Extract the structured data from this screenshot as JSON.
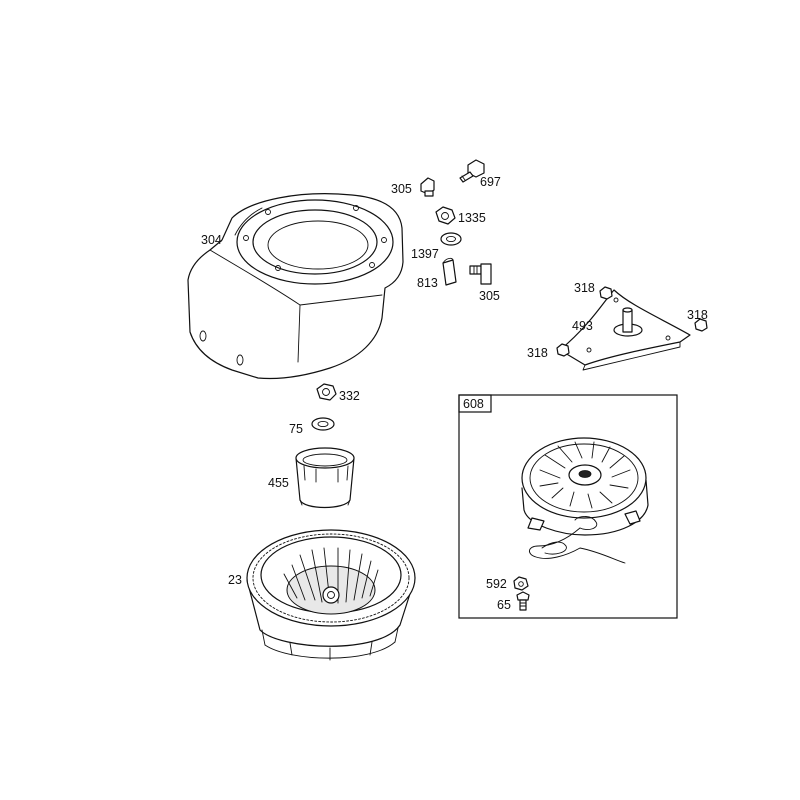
{
  "labels": {
    "blower_housing": "304",
    "screw_305_top": "305",
    "bolt_697": "697",
    "nut_1335": "1335",
    "washer_1397": "1397",
    "clip_813": "813",
    "screw_305_side": "305",
    "nut_318_top": "318",
    "nut_318_right": "318",
    "nut_318_left": "318",
    "starter_cup_493": "493",
    "nut_332": "332",
    "washer_75": "75",
    "cup_455": "455",
    "flywheel_23": "23",
    "kit_608": "608",
    "nut_592": "592",
    "screw_65": "65"
  }
}
